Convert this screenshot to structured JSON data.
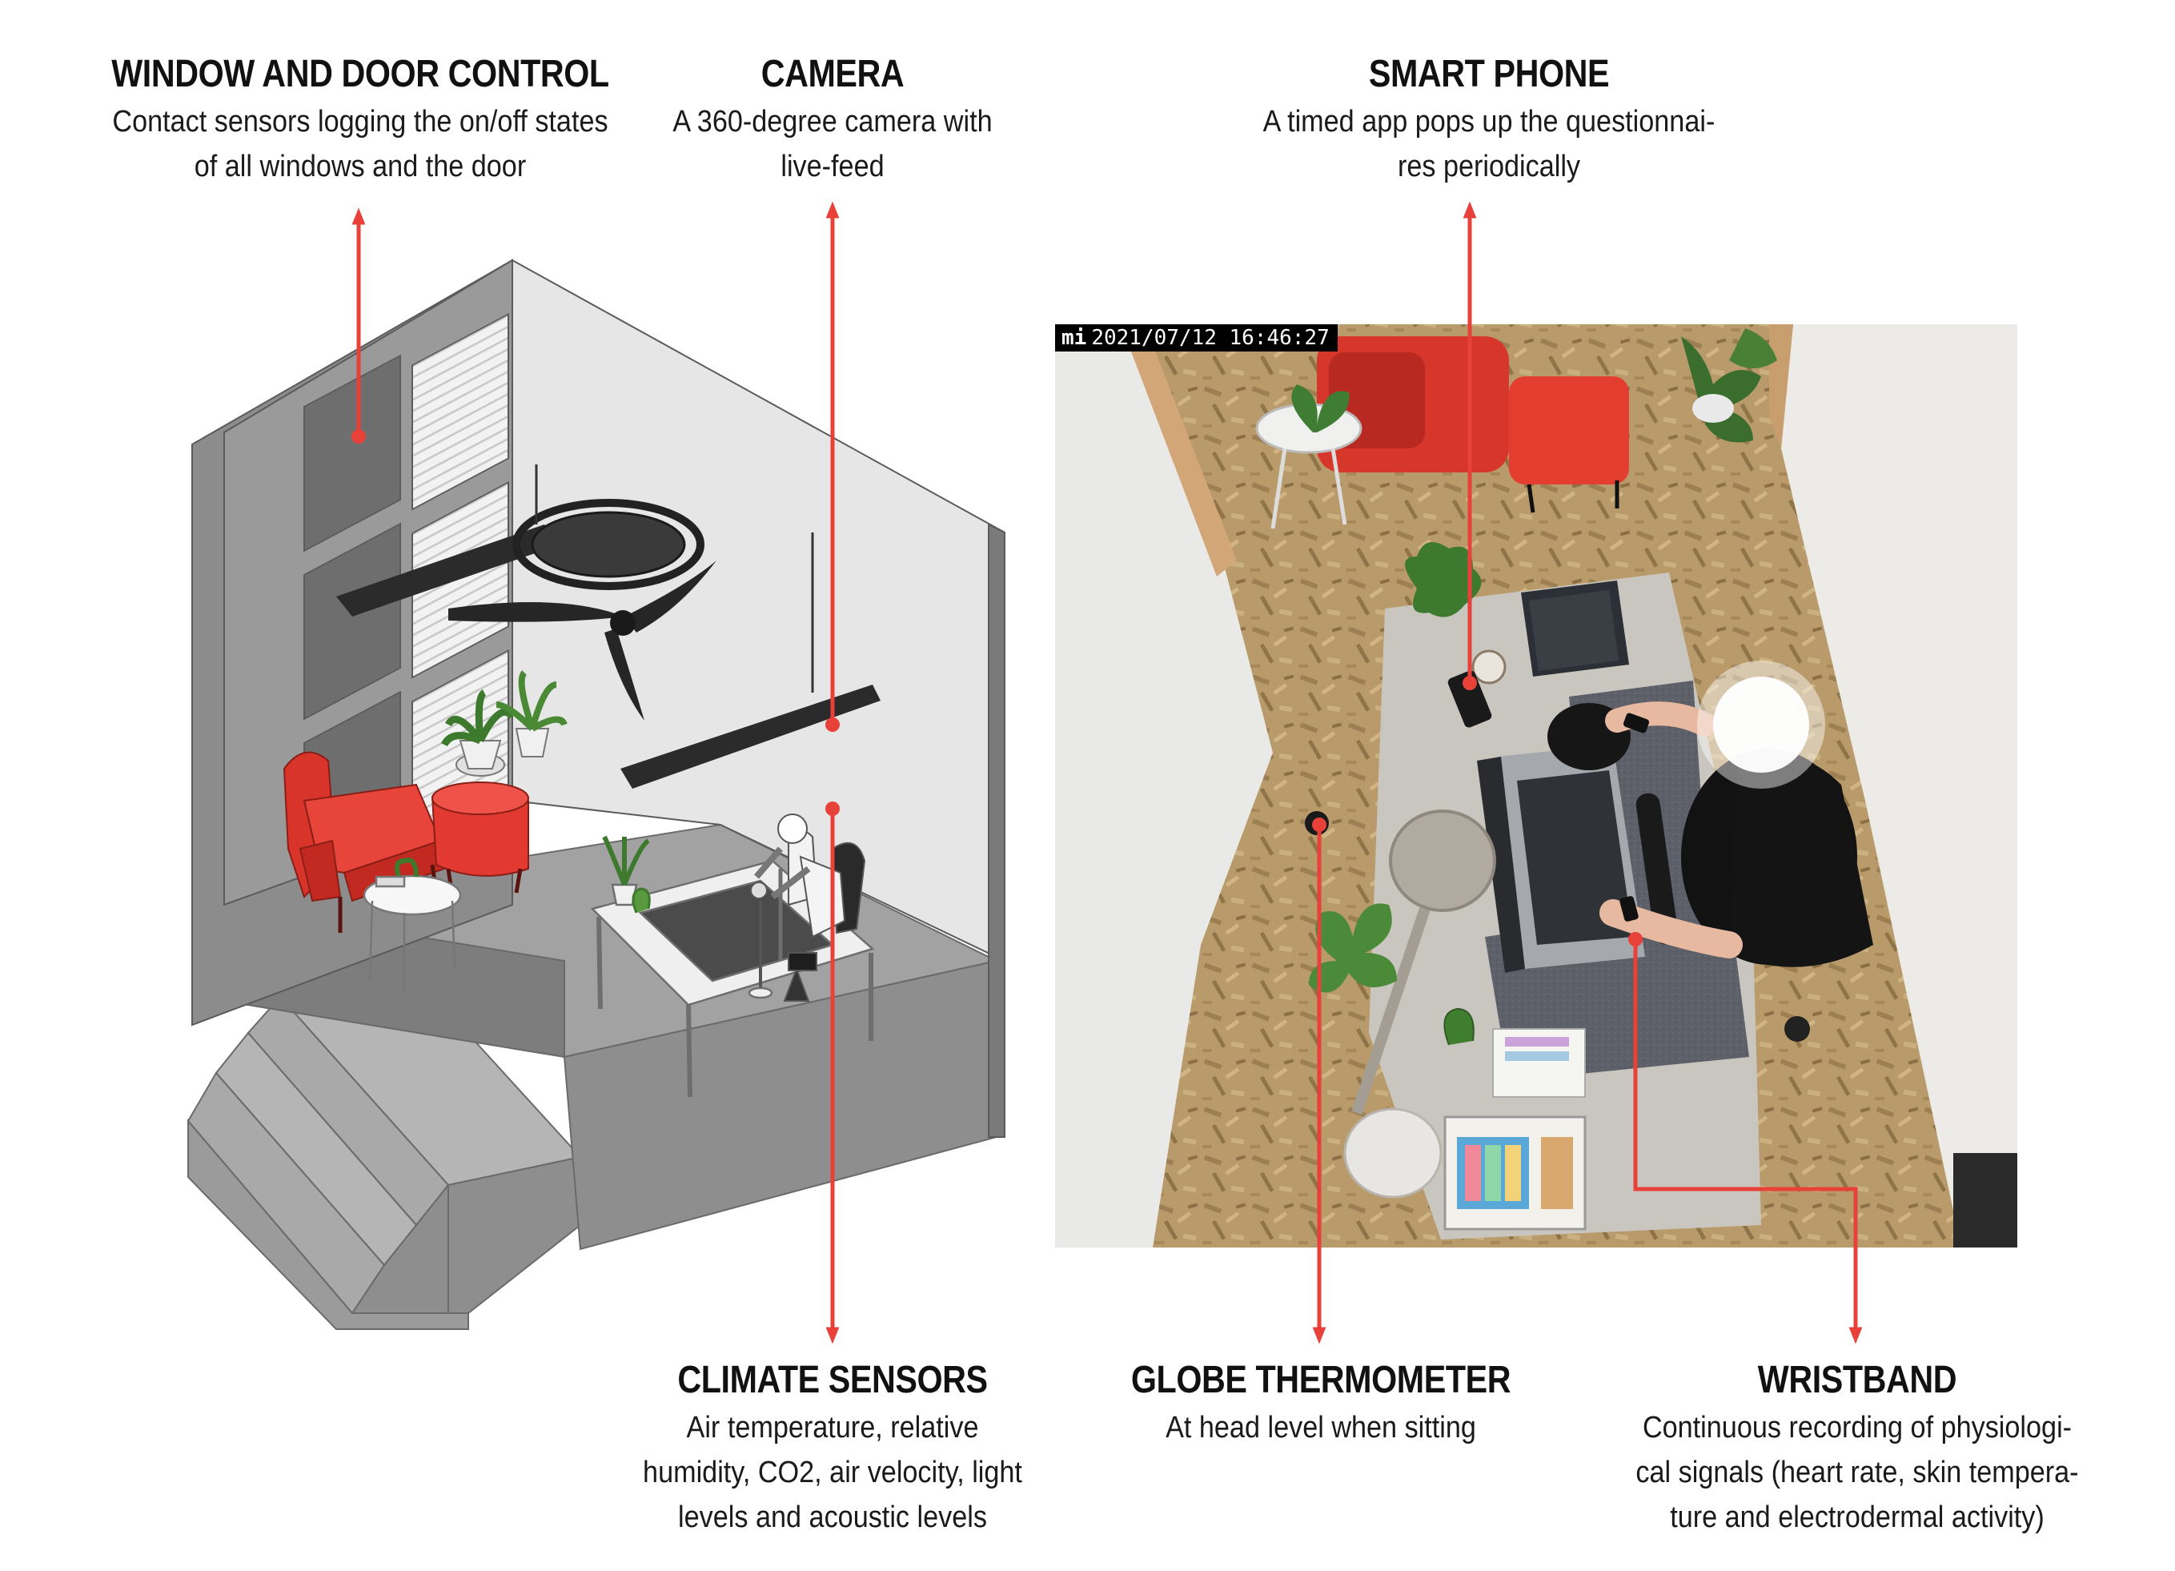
{
  "labels": {
    "window_door": {
      "title": "WINDOW AND DOOR CONTROL",
      "lines": [
        "Contact sensors logging the on/off states",
        "of all windows and the door"
      ]
    },
    "camera": {
      "title": "CAMERA",
      "lines": [
        "A 360-degree camera with",
        "live-feed"
      ]
    },
    "smart_phone": {
      "title": "SMART PHONE",
      "lines": [
        "A timed app pops up the questionnai-",
        "res periodically"
      ]
    },
    "climate_sensors": {
      "title": "CLIMATE SENSORS",
      "lines": [
        "Air temperature, relative",
        "humidity, CO2, air velocity, light",
        "levels and acoustic levels"
      ]
    },
    "globe_thermometer": {
      "title": "GLOBE THERMOMETER",
      "lines": [
        "At head level when sitting"
      ]
    },
    "wristband": {
      "title": "WRISTBAND",
      "lines": [
        "Continuous recording of physiologi-",
        "cal signals (heart rate, skin tempera-",
        "ture and electrodermal activity)"
      ]
    }
  },
  "camera_feed": {
    "brand": "mi",
    "timestamp": "2021/07/12  16:46:27"
  },
  "colors": {
    "accent": "#e8413a",
    "furniture_red": "#e63b2e",
    "wall_grey": "#8c8c8c",
    "floor_osb": "#b89a6a"
  }
}
